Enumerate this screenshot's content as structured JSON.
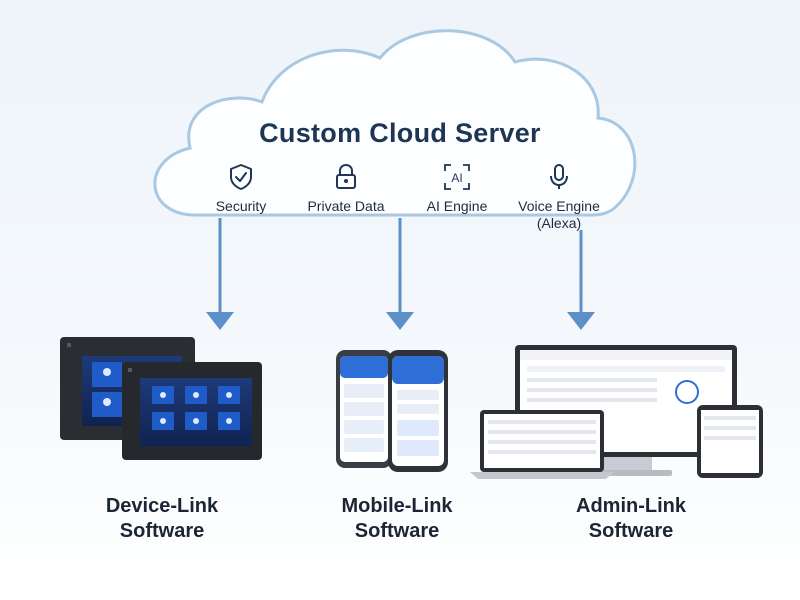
{
  "cloud": {
    "title": "Custom Cloud Server",
    "features": [
      {
        "label": "Security",
        "icon": "shield-check-icon"
      },
      {
        "label": "Private Data",
        "icon": "lock-icon"
      },
      {
        "label": "AI Engine",
        "icon": "ai-icon"
      },
      {
        "label": "Voice Engine",
        "label2": "(Alexa)",
        "icon": "microphone-icon"
      }
    ],
    "ai_glyph": "AI"
  },
  "products": [
    {
      "line1": "Device-Link",
      "line2": "Software"
    },
    {
      "line1": "Mobile-Link",
      "line2": "Software"
    },
    {
      "line1": "Admin-Link",
      "line2": "Software"
    }
  ],
  "colors": {
    "cloud_stroke": "#a9c8e2",
    "arrow": "#5d8fc8",
    "icon": "#1e3553",
    "screen_blue": "#1f5cc8",
    "device_body": "#2a2d31"
  }
}
